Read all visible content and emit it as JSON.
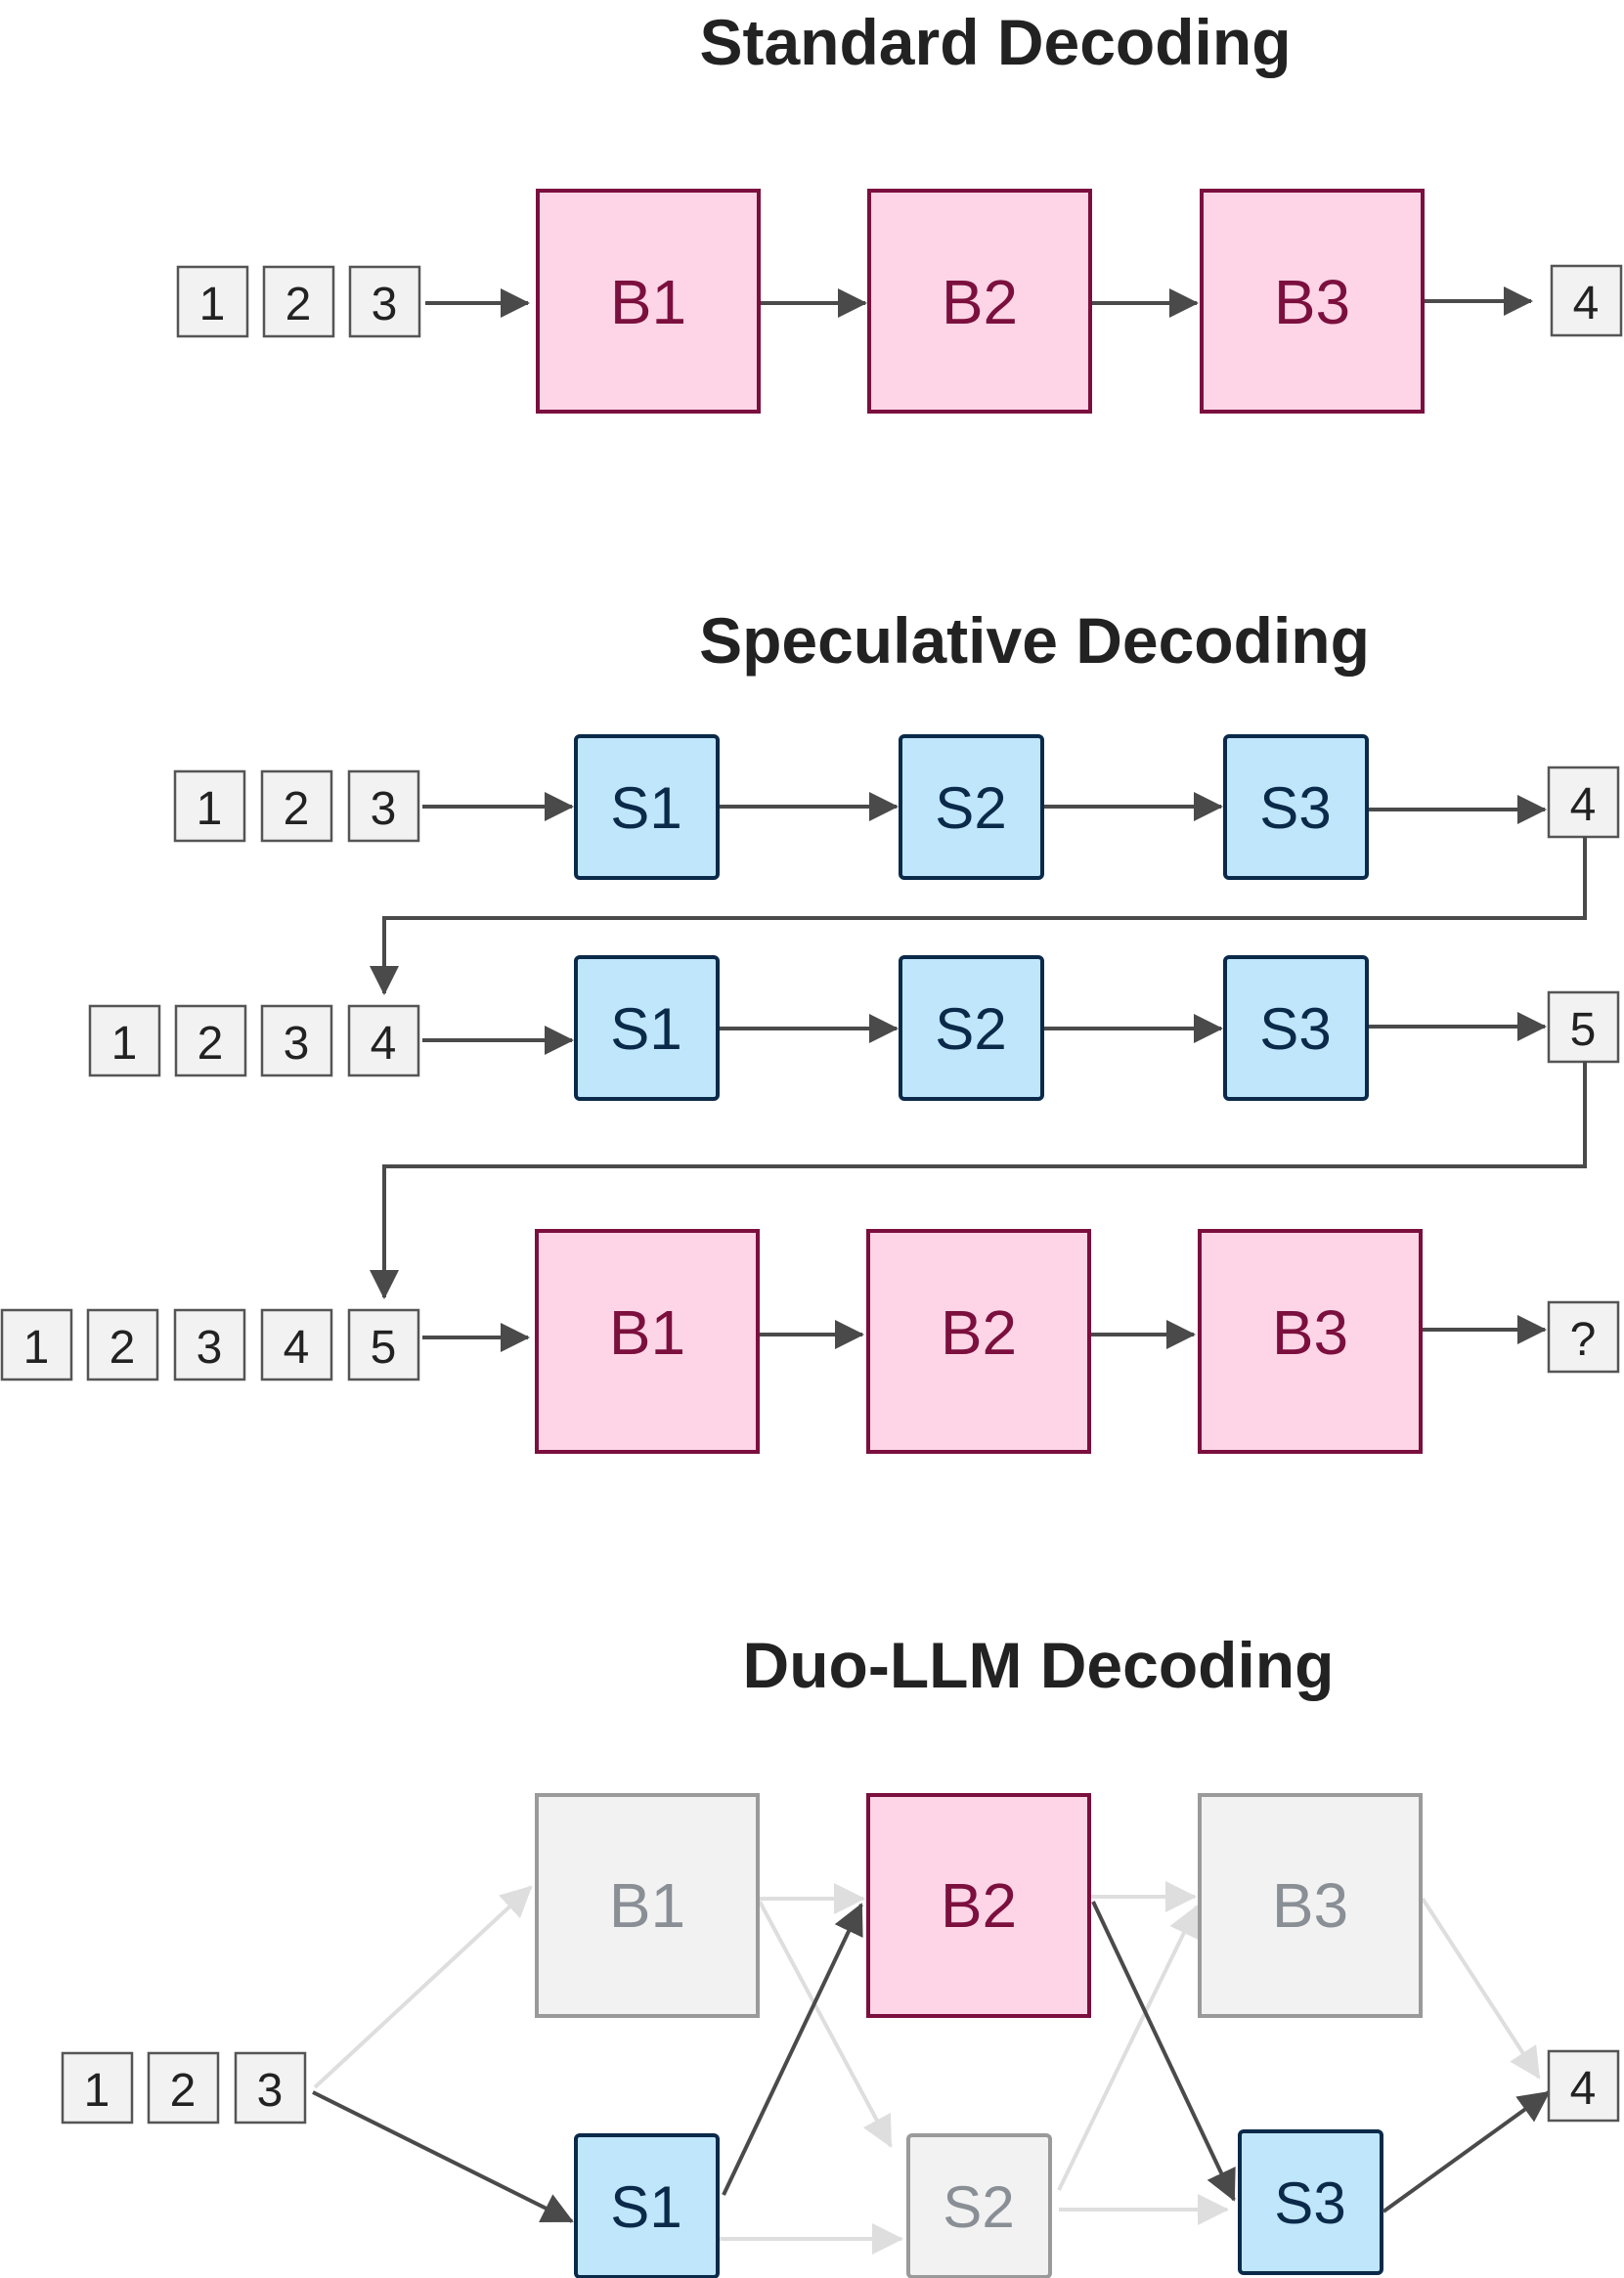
{
  "sections": {
    "standard": {
      "title": "Standard Decoding",
      "input_tokens": [
        "1",
        "2",
        "3"
      ],
      "blocks": [
        "B1",
        "B2",
        "B3"
      ],
      "output_token": "4"
    },
    "speculative": {
      "title": "Speculative Decoding",
      "rows": [
        {
          "input_tokens": [
            "1",
            "2",
            "3"
          ],
          "blocks": [
            "S1",
            "S2",
            "S3"
          ],
          "output_token": "4"
        },
        {
          "input_tokens": [
            "1",
            "2",
            "3",
            "4"
          ],
          "blocks": [
            "S1",
            "S2",
            "S3"
          ],
          "output_token": "5"
        },
        {
          "input_tokens": [
            "1",
            "2",
            "3",
            "4",
            "5"
          ],
          "blocks": [
            "B1",
            "B2",
            "B3"
          ],
          "output_token": "?"
        }
      ]
    },
    "duo": {
      "title": "Duo-LLM Decoding",
      "input_tokens": [
        "1",
        "2",
        "3"
      ],
      "big_blocks": [
        "B1",
        "B2",
        "B3"
      ],
      "small_blocks": [
        "S1",
        "S2",
        "S3"
      ],
      "output_token": "4"
    }
  },
  "colors": {
    "big_fill": "#fdd5e6",
    "big_stroke": "#7b0f3e",
    "big_text": "#7b0f3e",
    "small_fill": "#bfe6fb",
    "small_stroke": "#0b2a4a",
    "small_text": "#0b2a4a",
    "inactive_fill": "#f2f2f2",
    "inactive_stroke": "#9a9a9a",
    "inactive_text": "#8a8f96",
    "arrow": "#4a4a4a",
    "arrow_inactive": "#dedede"
  }
}
